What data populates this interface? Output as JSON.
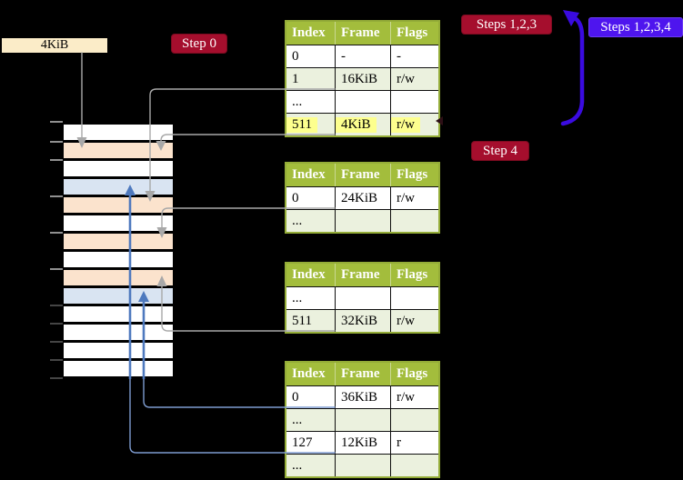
{
  "labels": {
    "frame_4kib": "4KiB",
    "step0": "Step 0",
    "steps_123": "Steps 1,2,3",
    "steps_1234": "Steps 1,2,3,4",
    "step4": "Step 4"
  },
  "colors": {
    "label_beige": "#FBECC8",
    "step_red": "#A50E2D",
    "step_blue": "#4E15EE",
    "table_header_green": "#A3BD3C",
    "table_row_green": "#EBF1DE",
    "table_border": "#94AC38",
    "row_peach": "#FBE3CD",
    "row_blue": "#D9E4F2",
    "connector_gray": "#A8A8A8",
    "connector_blue": "#7E9CD0",
    "arrow_blue_bold": "#4E79BE",
    "arrow_violet": "#3A0BE0",
    "highlight_yellow": "#FDFF8E"
  },
  "memory_stack": {
    "rows": [
      "white",
      "peach",
      "white",
      "blue",
      "peach",
      "white",
      "peach",
      "white",
      "peach",
      "blue",
      "white",
      "white",
      "white",
      "white"
    ]
  },
  "page_tables": [
    {
      "headers": [
        "Index",
        "Frame",
        "Flags"
      ],
      "rows": [
        {
          "cells": [
            "0",
            "-",
            "-"
          ]
        },
        {
          "cells": [
            "1",
            "16KiB",
            "r/w"
          ]
        },
        {
          "cells": [
            "...",
            "",
            ""
          ]
        },
        {
          "cells": [
            "511",
            "4KiB",
            "r/w"
          ],
          "highlight": true
        }
      ]
    },
    {
      "headers": [
        "Index",
        "Frame",
        "Flags"
      ],
      "rows": [
        {
          "cells": [
            "0",
            "24KiB",
            "r/w"
          ]
        },
        {
          "cells": [
            "...",
            "",
            ""
          ]
        }
      ]
    },
    {
      "headers": [
        "Index",
        "Frame",
        "Flags"
      ],
      "rows": [
        {
          "cells": [
            "...",
            "",
            ""
          ]
        },
        {
          "cells": [
            "511",
            "32KiB",
            "r/w"
          ]
        }
      ]
    },
    {
      "headers": [
        "Index",
        "Frame",
        "Flags"
      ],
      "rows": [
        {
          "cells": [
            "0",
            "36KiB",
            "r/w"
          ]
        },
        {
          "cells": [
            "...",
            "",
            ""
          ]
        },
        {
          "cells": [
            "127",
            "12KiB",
            "r"
          ]
        },
        {
          "cells": [
            "...",
            "",
            ""
          ]
        }
      ]
    }
  ]
}
